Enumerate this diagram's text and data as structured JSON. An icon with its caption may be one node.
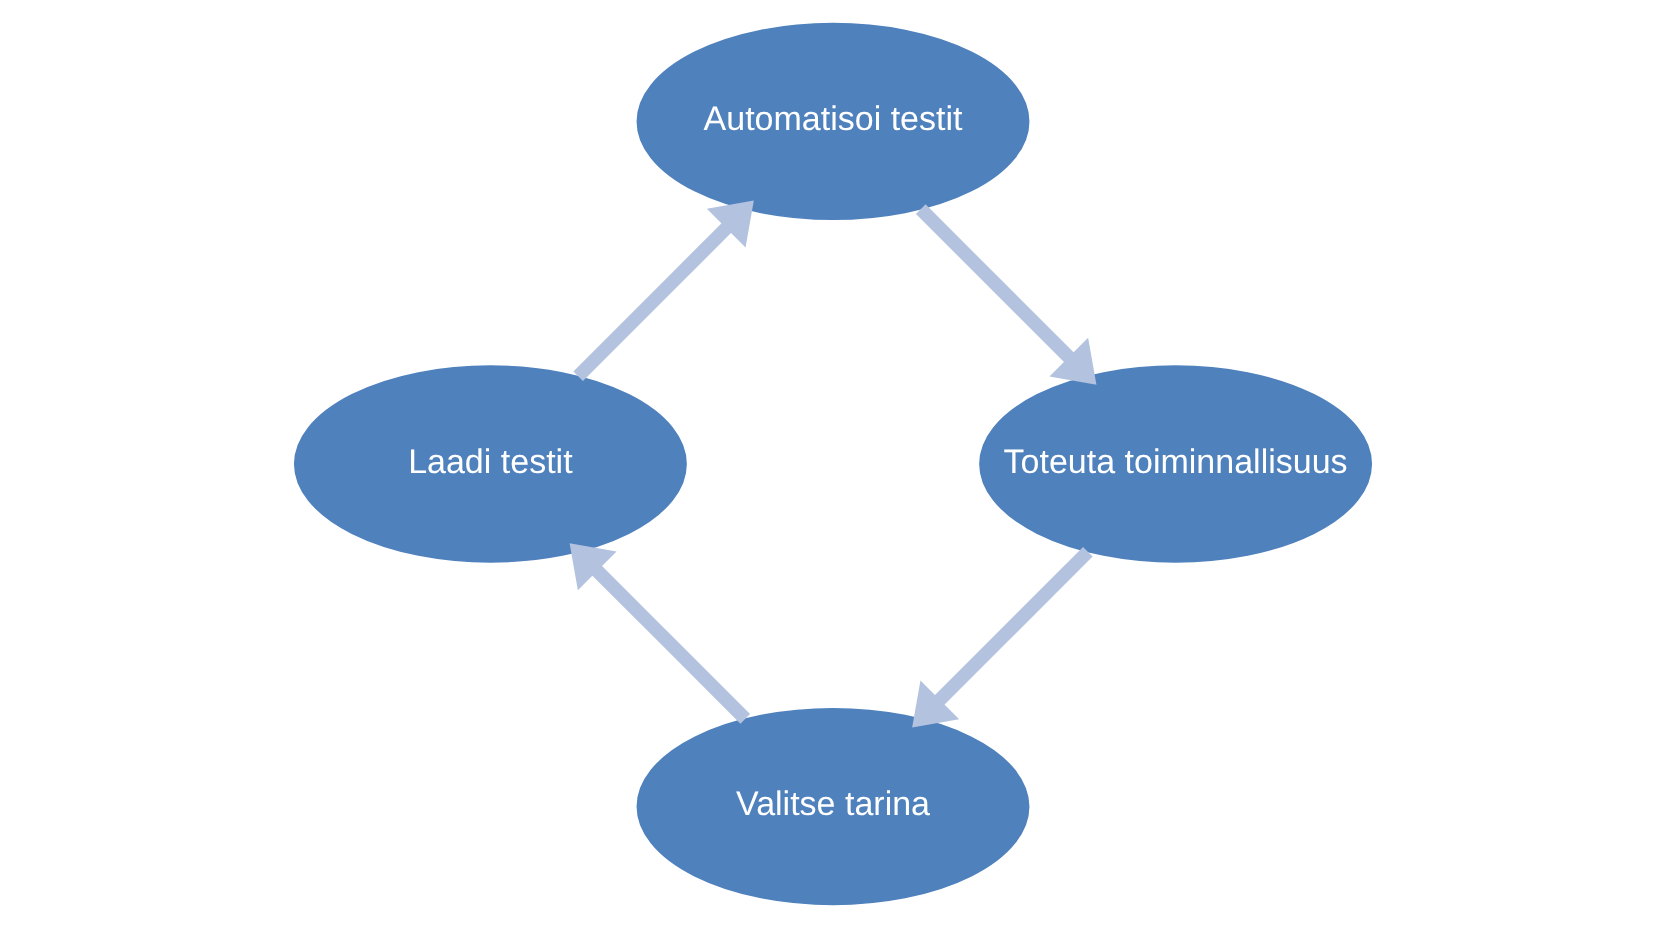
{
  "diagram": {
    "nodes": [
      {
        "text": [
          "Valitse tarina"
        ]
      },
      {
        "text": [
          "Laadi testit"
        ]
      },
      {
        "text": [
          "Automatisoi testit"
        ]
      },
      {
        "text": [
          "Toteuta toiminnallisuus"
        ]
      }
    ],
    "edges": [
      {
        "from": 0,
        "to": 1,
        "arrow": "to"
      },
      {
        "from": 1,
        "to": 2,
        "arrow": "to"
      },
      {
        "from": 2,
        "to": 3,
        "arrow": "to"
      },
      {
        "from": 3,
        "to": 0,
        "arrow": "to"
      }
    ]
  }
}
